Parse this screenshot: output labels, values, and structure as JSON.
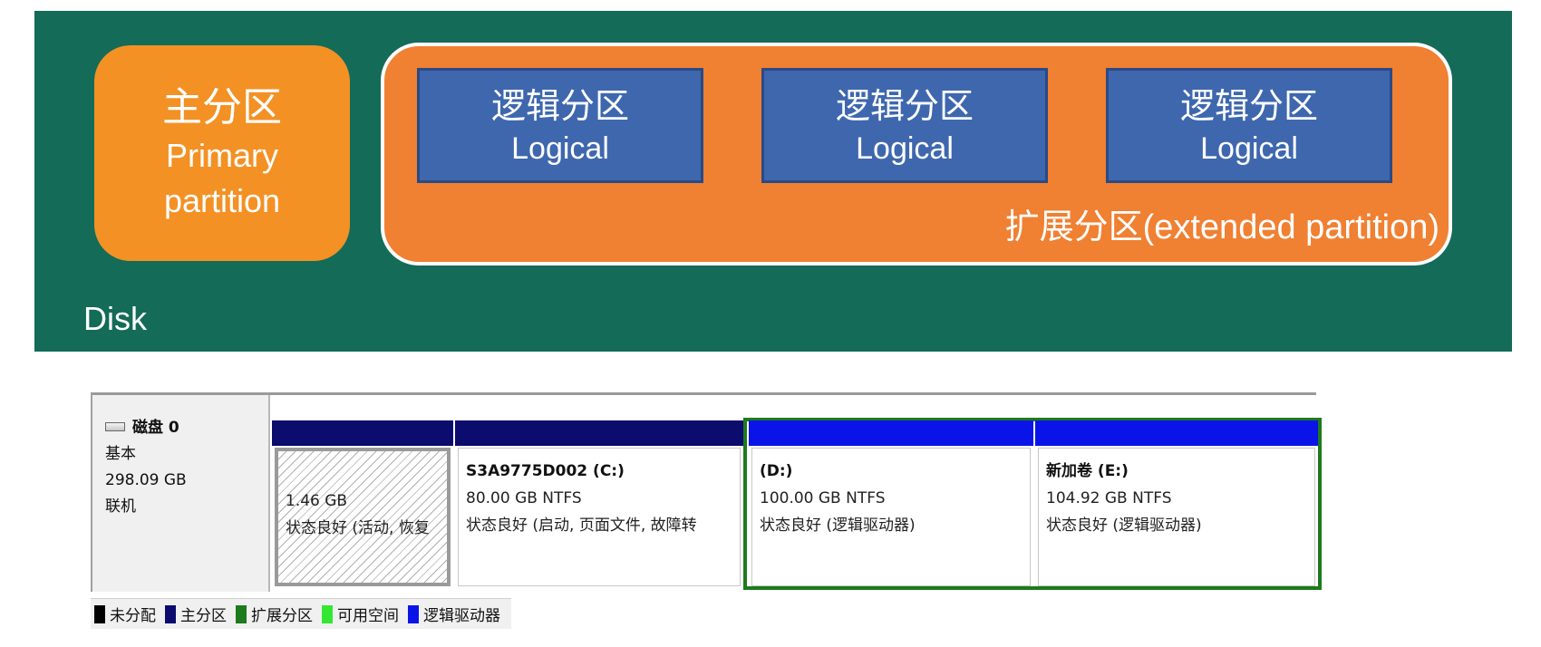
{
  "diagram": {
    "primary_cn": "主分区",
    "primary_en_1": "Primary",
    "primary_en_2": "partition",
    "logical": [
      {
        "cn": "逻辑分区",
        "en": "Logical"
      },
      {
        "cn": "逻辑分区",
        "en": "Logical"
      },
      {
        "cn": "逻辑分区",
        "en": "Logical"
      }
    ],
    "extended_label": "扩展分区(extended  partition)",
    "disk_label": "Disk",
    "colors": {
      "disk_bg": "#136b58",
      "primary": "#f39125",
      "extended": "#f08032",
      "logical": "#3e67ae"
    }
  },
  "disk_management": {
    "disk": {
      "icon": "disk-icon",
      "name": "磁盘 0",
      "type": "基本",
      "size": "298.09 GB",
      "status": "联机"
    },
    "partitions": [
      {
        "name": "",
        "size": "1.46 GB",
        "status": "状态良好 (活动, 恢复"
      },
      {
        "name": "S3A9775D002  (C:)",
        "size": "80.00 GB NTFS",
        "status": "状态良好 (启动, 页面文件, 故障转"
      },
      {
        "name": "(D:)",
        "size": "100.00 GB NTFS",
        "status": "状态良好 (逻辑驱动器)"
      },
      {
        "name": "新加卷  (E:)",
        "size": "104.92 GB NTFS",
        "status": "状态良好 (逻辑驱动器)"
      }
    ],
    "legend": [
      {
        "label": "未分配",
        "color": "#000000"
      },
      {
        "label": "主分区",
        "color": "#0c0c6e"
      },
      {
        "label": "扩展分区",
        "color": "#1d7a1d"
      },
      {
        "label": "可用空间",
        "color": "#33e833"
      },
      {
        "label": "逻辑驱动器",
        "color": "#0a14e8"
      }
    ]
  }
}
